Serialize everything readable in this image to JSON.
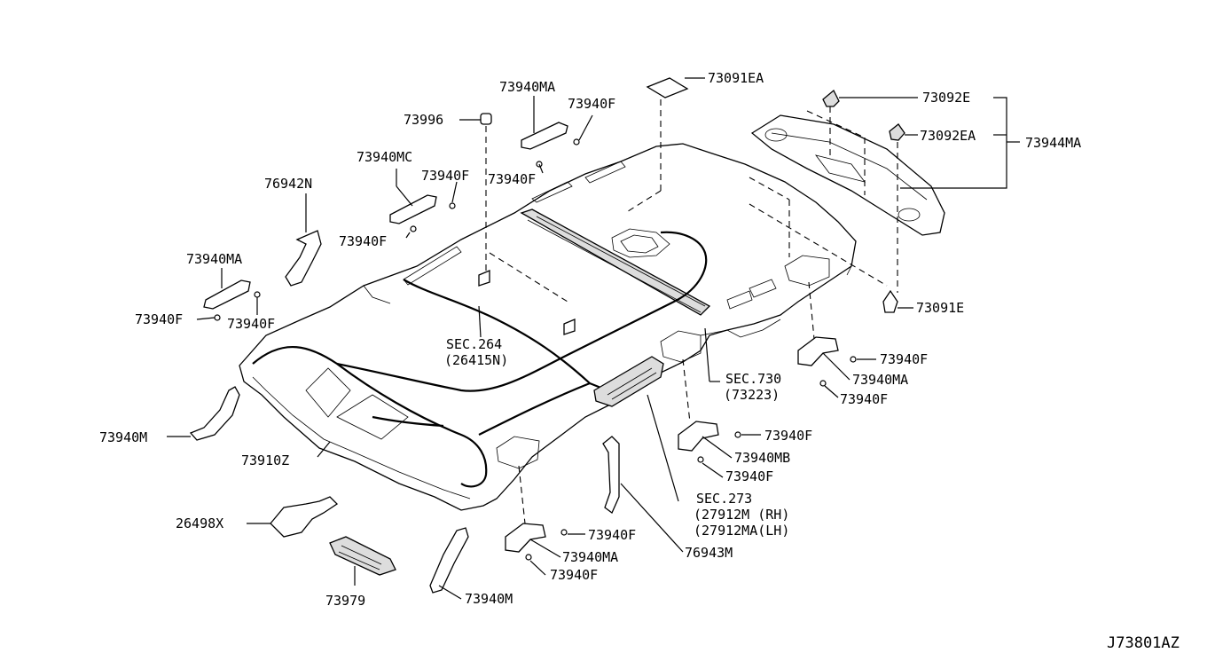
{
  "diagram_id": "J73801AZ",
  "labels": {
    "l_73091EA": "73091EA",
    "l_73940MA_top": "73940MA",
    "l_73940F_top": "73940F",
    "l_73996": "73996",
    "l_73092E": "73092E",
    "l_73092EA": "73092EA",
    "l_73944MA": "73944MA",
    "l_73940MC": "73940MC",
    "l_73940F_mc": "73940F",
    "l_73940F_mid": "73940F",
    "l_76942N": "76942N",
    "l_73940F_left1": "73940F",
    "l_73940MA_left": "73940MA",
    "l_73940F_left2": "73940F",
    "l_73940F_left3": "73940F",
    "l_73091E": "73091E",
    "l_sec264": "SEC.264",
    "l_26415N": "(26415N)",
    "l_73940F_r1": "73940F",
    "l_73940MA_r": "73940MA",
    "l_73940F_r2": "73940F",
    "l_sec730": "SEC.730",
    "l_73223": "(73223)",
    "l_73940M_left": "73940M",
    "l_73910Z": "73910Z",
    "l_73940F_mb1": "73940F",
    "l_73940MB": "73940MB",
    "l_73940F_mb2": "73940F",
    "l_sec273": "SEC.273",
    "l_27912M": "(27912M (RH)",
    "l_27912MA": "(27912MA(LH)",
    "l_26498X": "26498X",
    "l_73940F_b1": "73940F",
    "l_73940MA_b": "73940MA",
    "l_76943M": "76943M",
    "l_73940F_b2": "73940F",
    "l_73979": "73979",
    "l_73940M_bottom": "73940M"
  }
}
